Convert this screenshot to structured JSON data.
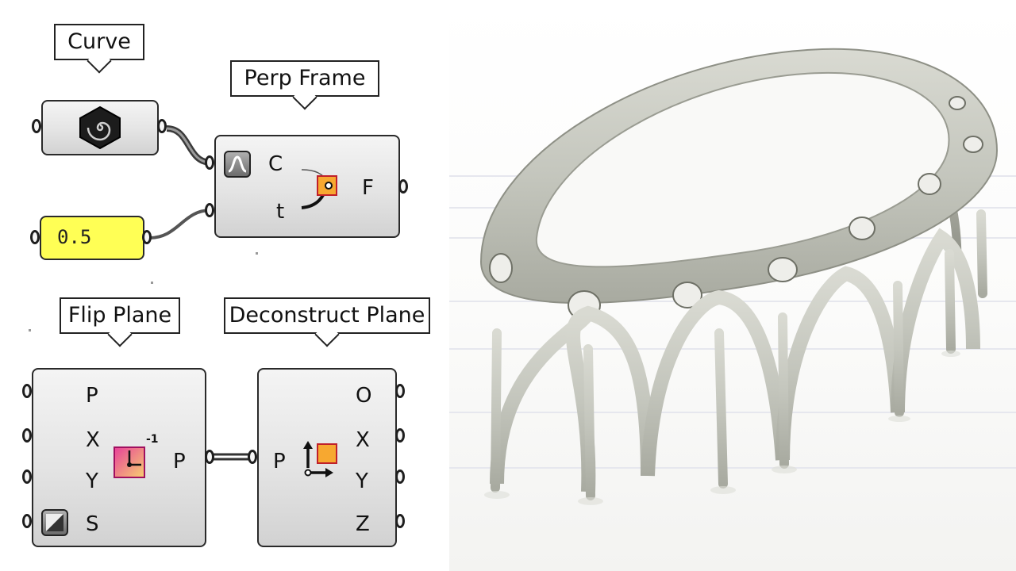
{
  "components": {
    "curve": {
      "tooltip": "Curve",
      "icon": "spiral-hexagon-icon"
    },
    "number": {
      "value": "0.5"
    },
    "perp_frame": {
      "tooltip": "Perp Frame",
      "inputs": [
        "C",
        "t"
      ],
      "outputs": [
        "F"
      ],
      "icon": "perp-frame-icon"
    },
    "flip_plane": {
      "tooltip": "Flip Plane",
      "inputs": [
        "P",
        "X",
        "Y",
        "S"
      ],
      "outputs": [
        "P"
      ],
      "icon": "flip-plane-icon",
      "icon_superscript": "-1"
    },
    "deconstruct_plane": {
      "tooltip": "Deconstruct Plane",
      "inputs": [
        "P"
      ],
      "outputs": [
        "O",
        "X",
        "Y",
        "Z"
      ],
      "icon": "deconstruct-plane-icon"
    }
  },
  "colors": {
    "number_slider_bg": "#ffff55",
    "plane_icon_magenta": "#e8409a",
    "plane_icon_orange": "#f7a830",
    "render_surface": "#cfd0c8"
  }
}
